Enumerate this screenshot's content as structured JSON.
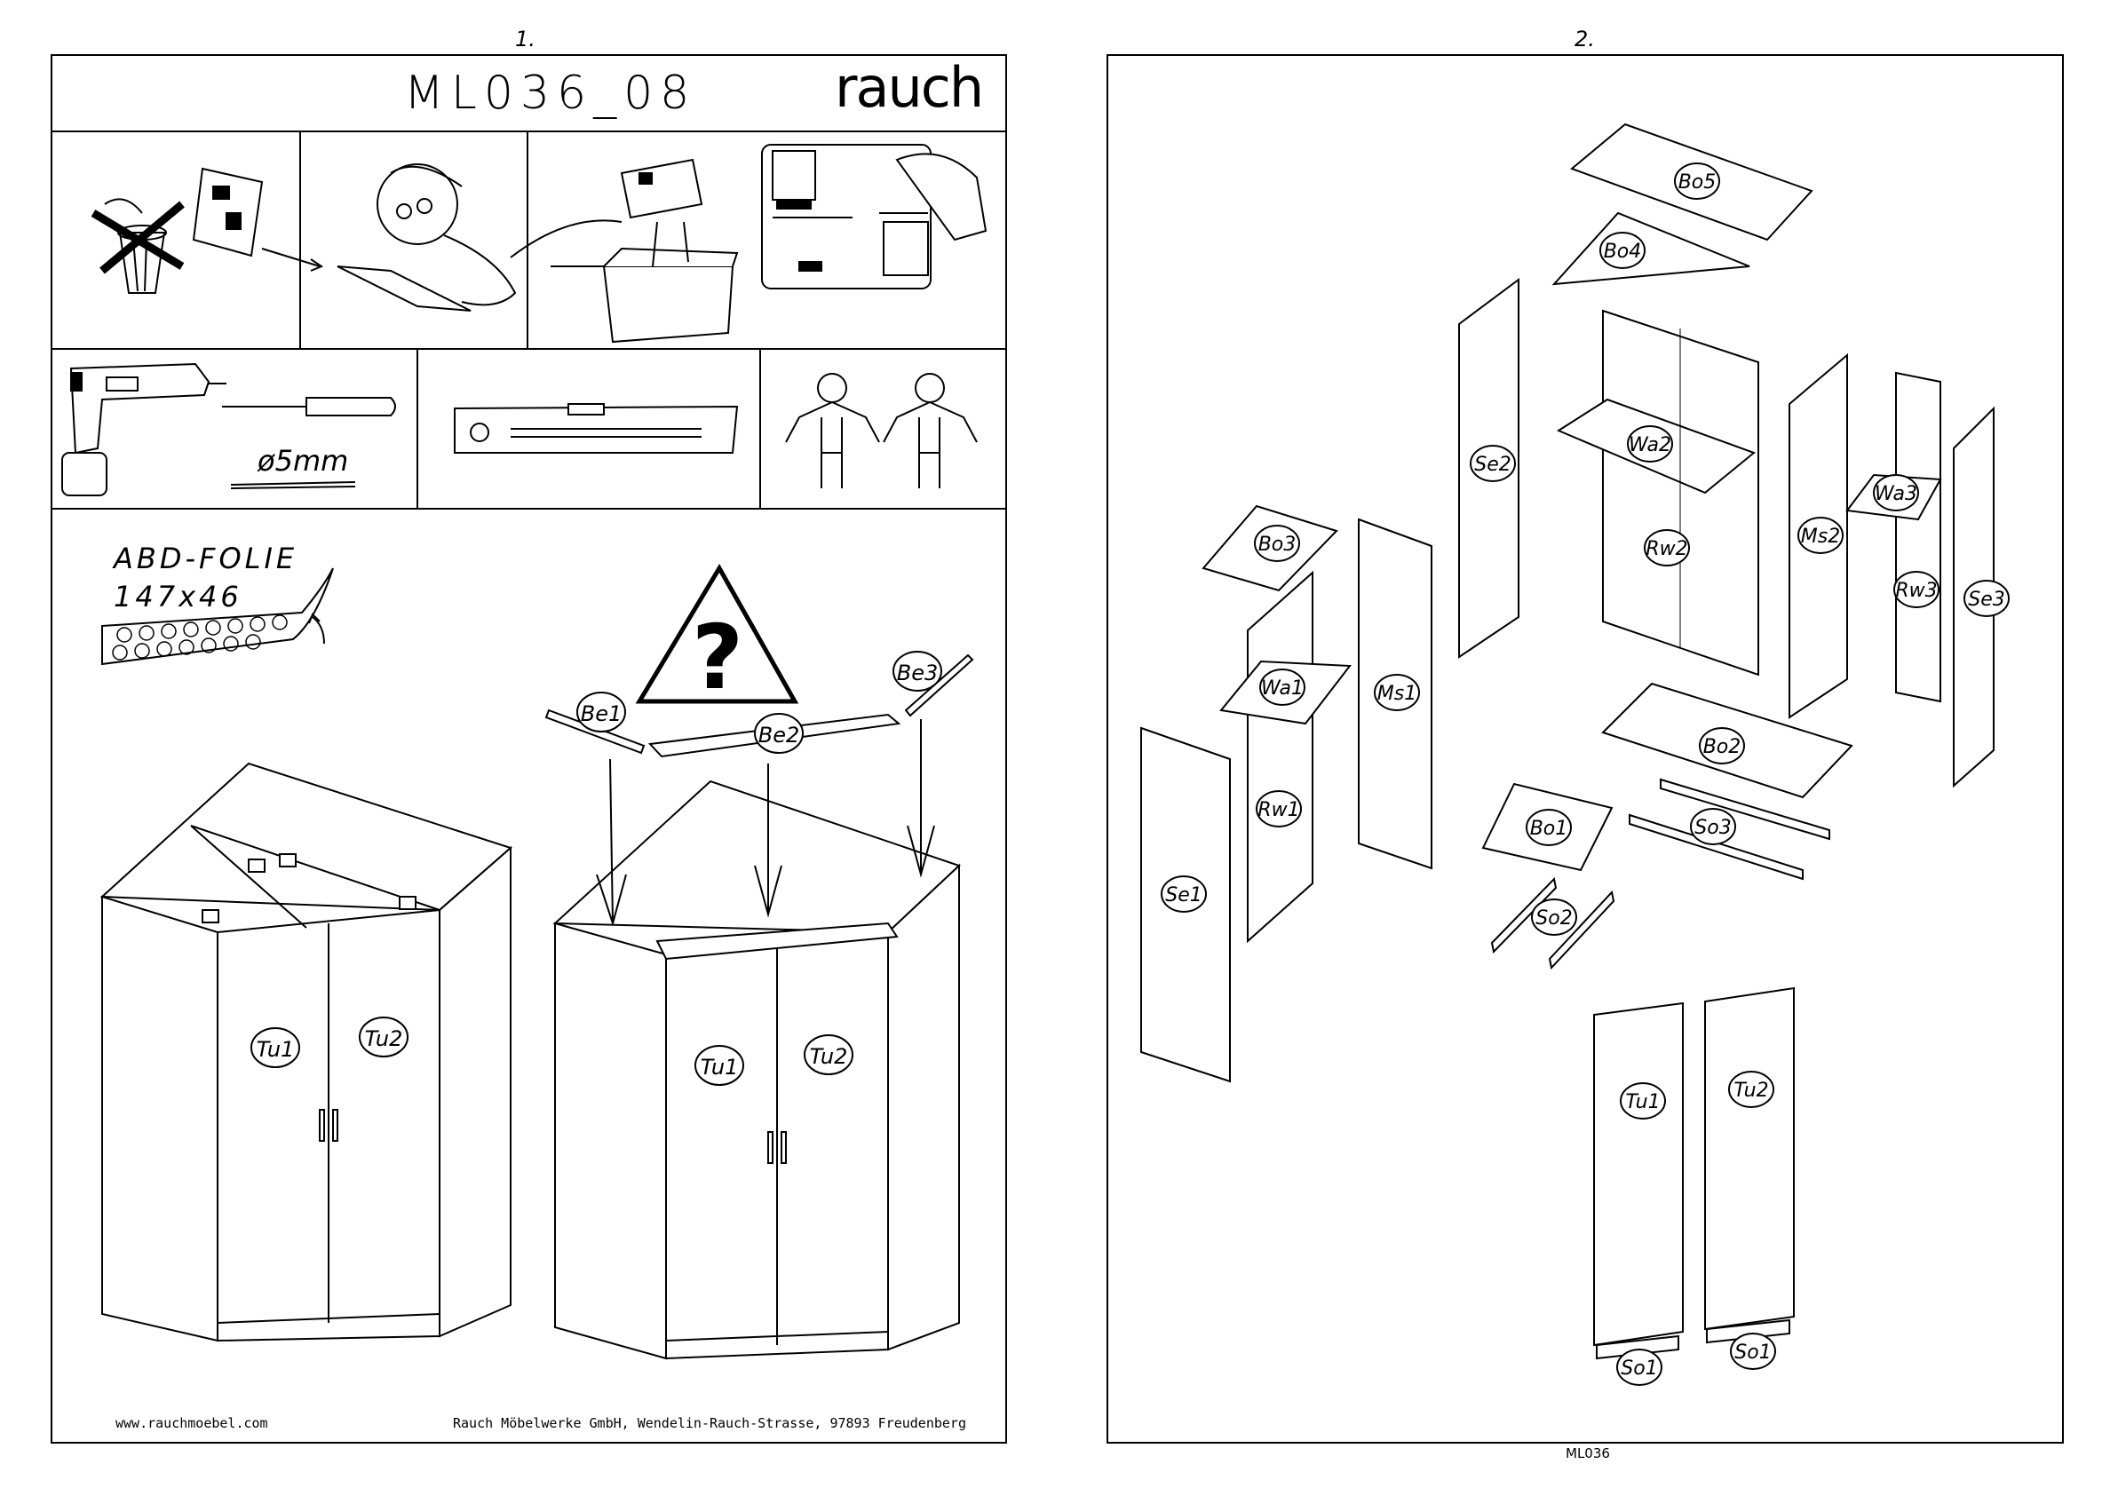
{
  "page1": {
    "number": "1.",
    "model_code": "ML036_08",
    "brand": "rauch",
    "drill_size": "ø5mm",
    "foil_title": "ABD-FOLIE",
    "foil_size": "147x46",
    "warning_symbol": "?",
    "footer_url": "www.rauchmoebel.com",
    "footer_address": "Rauch Möbelwerke GmbH, Wendelin-Rauch-Strasse, 97893 Freudenberg",
    "labels": {
      "tu1": "Tu1",
      "tu2": "Tu2",
      "be1": "Be1",
      "be2": "Be2",
      "be3": "Be3"
    }
  },
  "page2": {
    "number": "2.",
    "footer_code": "ML036",
    "parts": {
      "bo5": "Bo5",
      "bo4": "Bo4",
      "bo3": "Bo3",
      "bo2": "Bo2",
      "bo1": "Bo1",
      "se1": "Se1",
      "se2": "Se2",
      "se3": "Se3",
      "wa1": "Wa1",
      "wa2": "Wa2",
      "wa3": "Wa3",
      "rw1": "Rw1",
      "rw2": "Rw2",
      "rw3": "Rw3",
      "ms1": "Ms1",
      "ms2": "Ms2",
      "so1": "So1",
      "so2": "So2",
      "so3": "So3",
      "tu1": "Tu1",
      "tu2": "Tu2"
    }
  }
}
